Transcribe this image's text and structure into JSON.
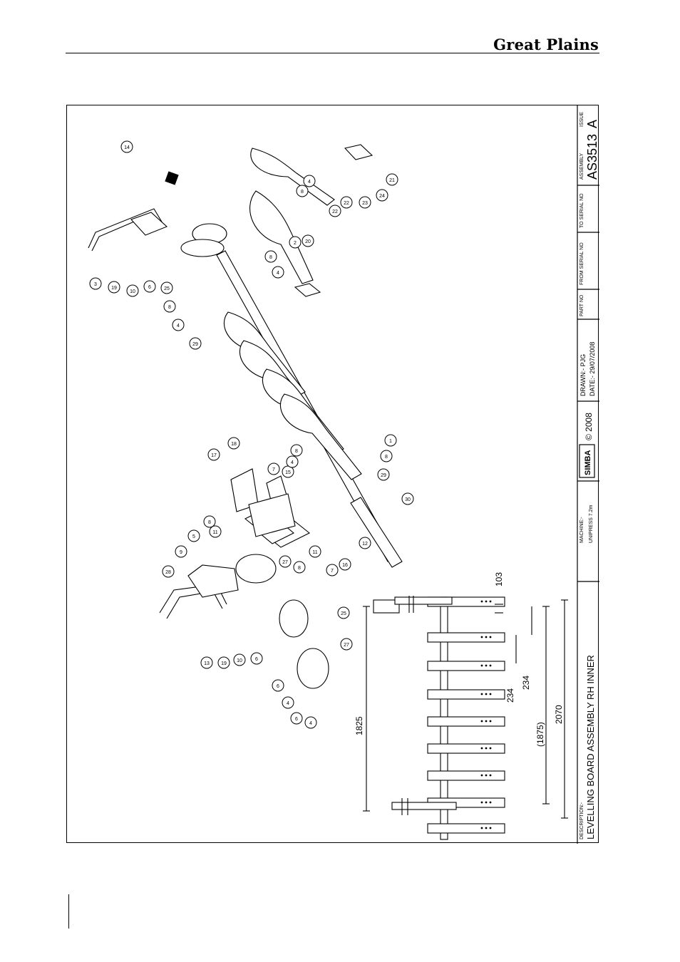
{
  "header": {
    "brand": "Great Plains"
  },
  "title_block": {
    "issue_label": "ISSUE",
    "issue": "A",
    "assembly_label": "ASSEMBLY",
    "assembly": "AS3513",
    "to_serial_label": "TO SERIAL NO",
    "from_serial_label": "FROM SERIAL NO",
    "part_no_label": "PART NO",
    "drawn": "DRAWN:- PJG",
    "date": "DATE:- 29/07/2008",
    "copyright": "© 2008",
    "logo": "SIMBA",
    "machine_label": "MACHINE:-",
    "machine": "UNIPRESS 7.2m",
    "description_label": "DESCRIPTION:-",
    "description": "LEVELLING BOARD ASSEMBLY RH INNER"
  },
  "dimensions": [
    "1825",
    "(1875)",
    "2070",
    "234",
    "234",
    "103"
  ],
  "balloons": [
    "14",
    "3",
    "19",
    "10",
    "6",
    "25",
    "8",
    "4",
    "29",
    "8",
    "4",
    "2",
    "20",
    "8",
    "4",
    "22",
    "22",
    "23",
    "24",
    "21",
    "1",
    "8",
    "29",
    "30",
    "17",
    "18",
    "7",
    "15",
    "4",
    "8",
    "12",
    "16",
    "7",
    "11",
    "8",
    "27",
    "11",
    "8",
    "5",
    "9",
    "28",
    "13",
    "19",
    "10",
    "6",
    "25",
    "27",
    "6",
    "4",
    "6",
    "4"
  ]
}
